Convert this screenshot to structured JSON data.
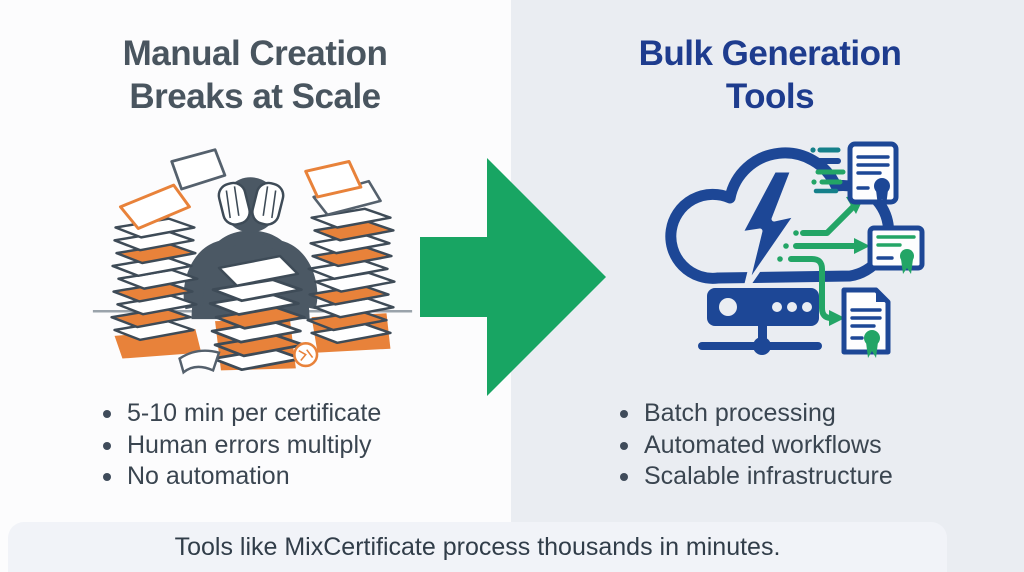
{
  "left_panel": {
    "title": {
      "line1": "Manual Creation",
      "line2": "Breaks at Scale"
    },
    "bullets": [
      "5-10 min per certificate",
      "Human errors multiply",
      "No automation"
    ],
    "illustration": "stressed-person-paper-stacks"
  },
  "right_panel": {
    "title": {
      "line1": "Bulk Generation",
      "line2": "Tools"
    },
    "bullets": [
      "Batch processing",
      "Automated workflows",
      "Scalable infrastructure"
    ],
    "illustration": "cloud-bolt-server-certificates"
  },
  "footer": {
    "caption": "Tools like MixCertificate process thousands in minutes."
  },
  "colors": {
    "left_background": "#fcfcfd",
    "right_background": "#eaedf2",
    "left_title": "#49555f",
    "right_title": "#1e3c8e",
    "body_text": "#3a4550",
    "arrow_green": "#18a563",
    "brand_blue": "#1d4796",
    "teal_accent": "#15808a",
    "orange_accent": "#e8823a",
    "silhouette_slate": "#4b5864",
    "footer_background": "#f1f3f8"
  }
}
